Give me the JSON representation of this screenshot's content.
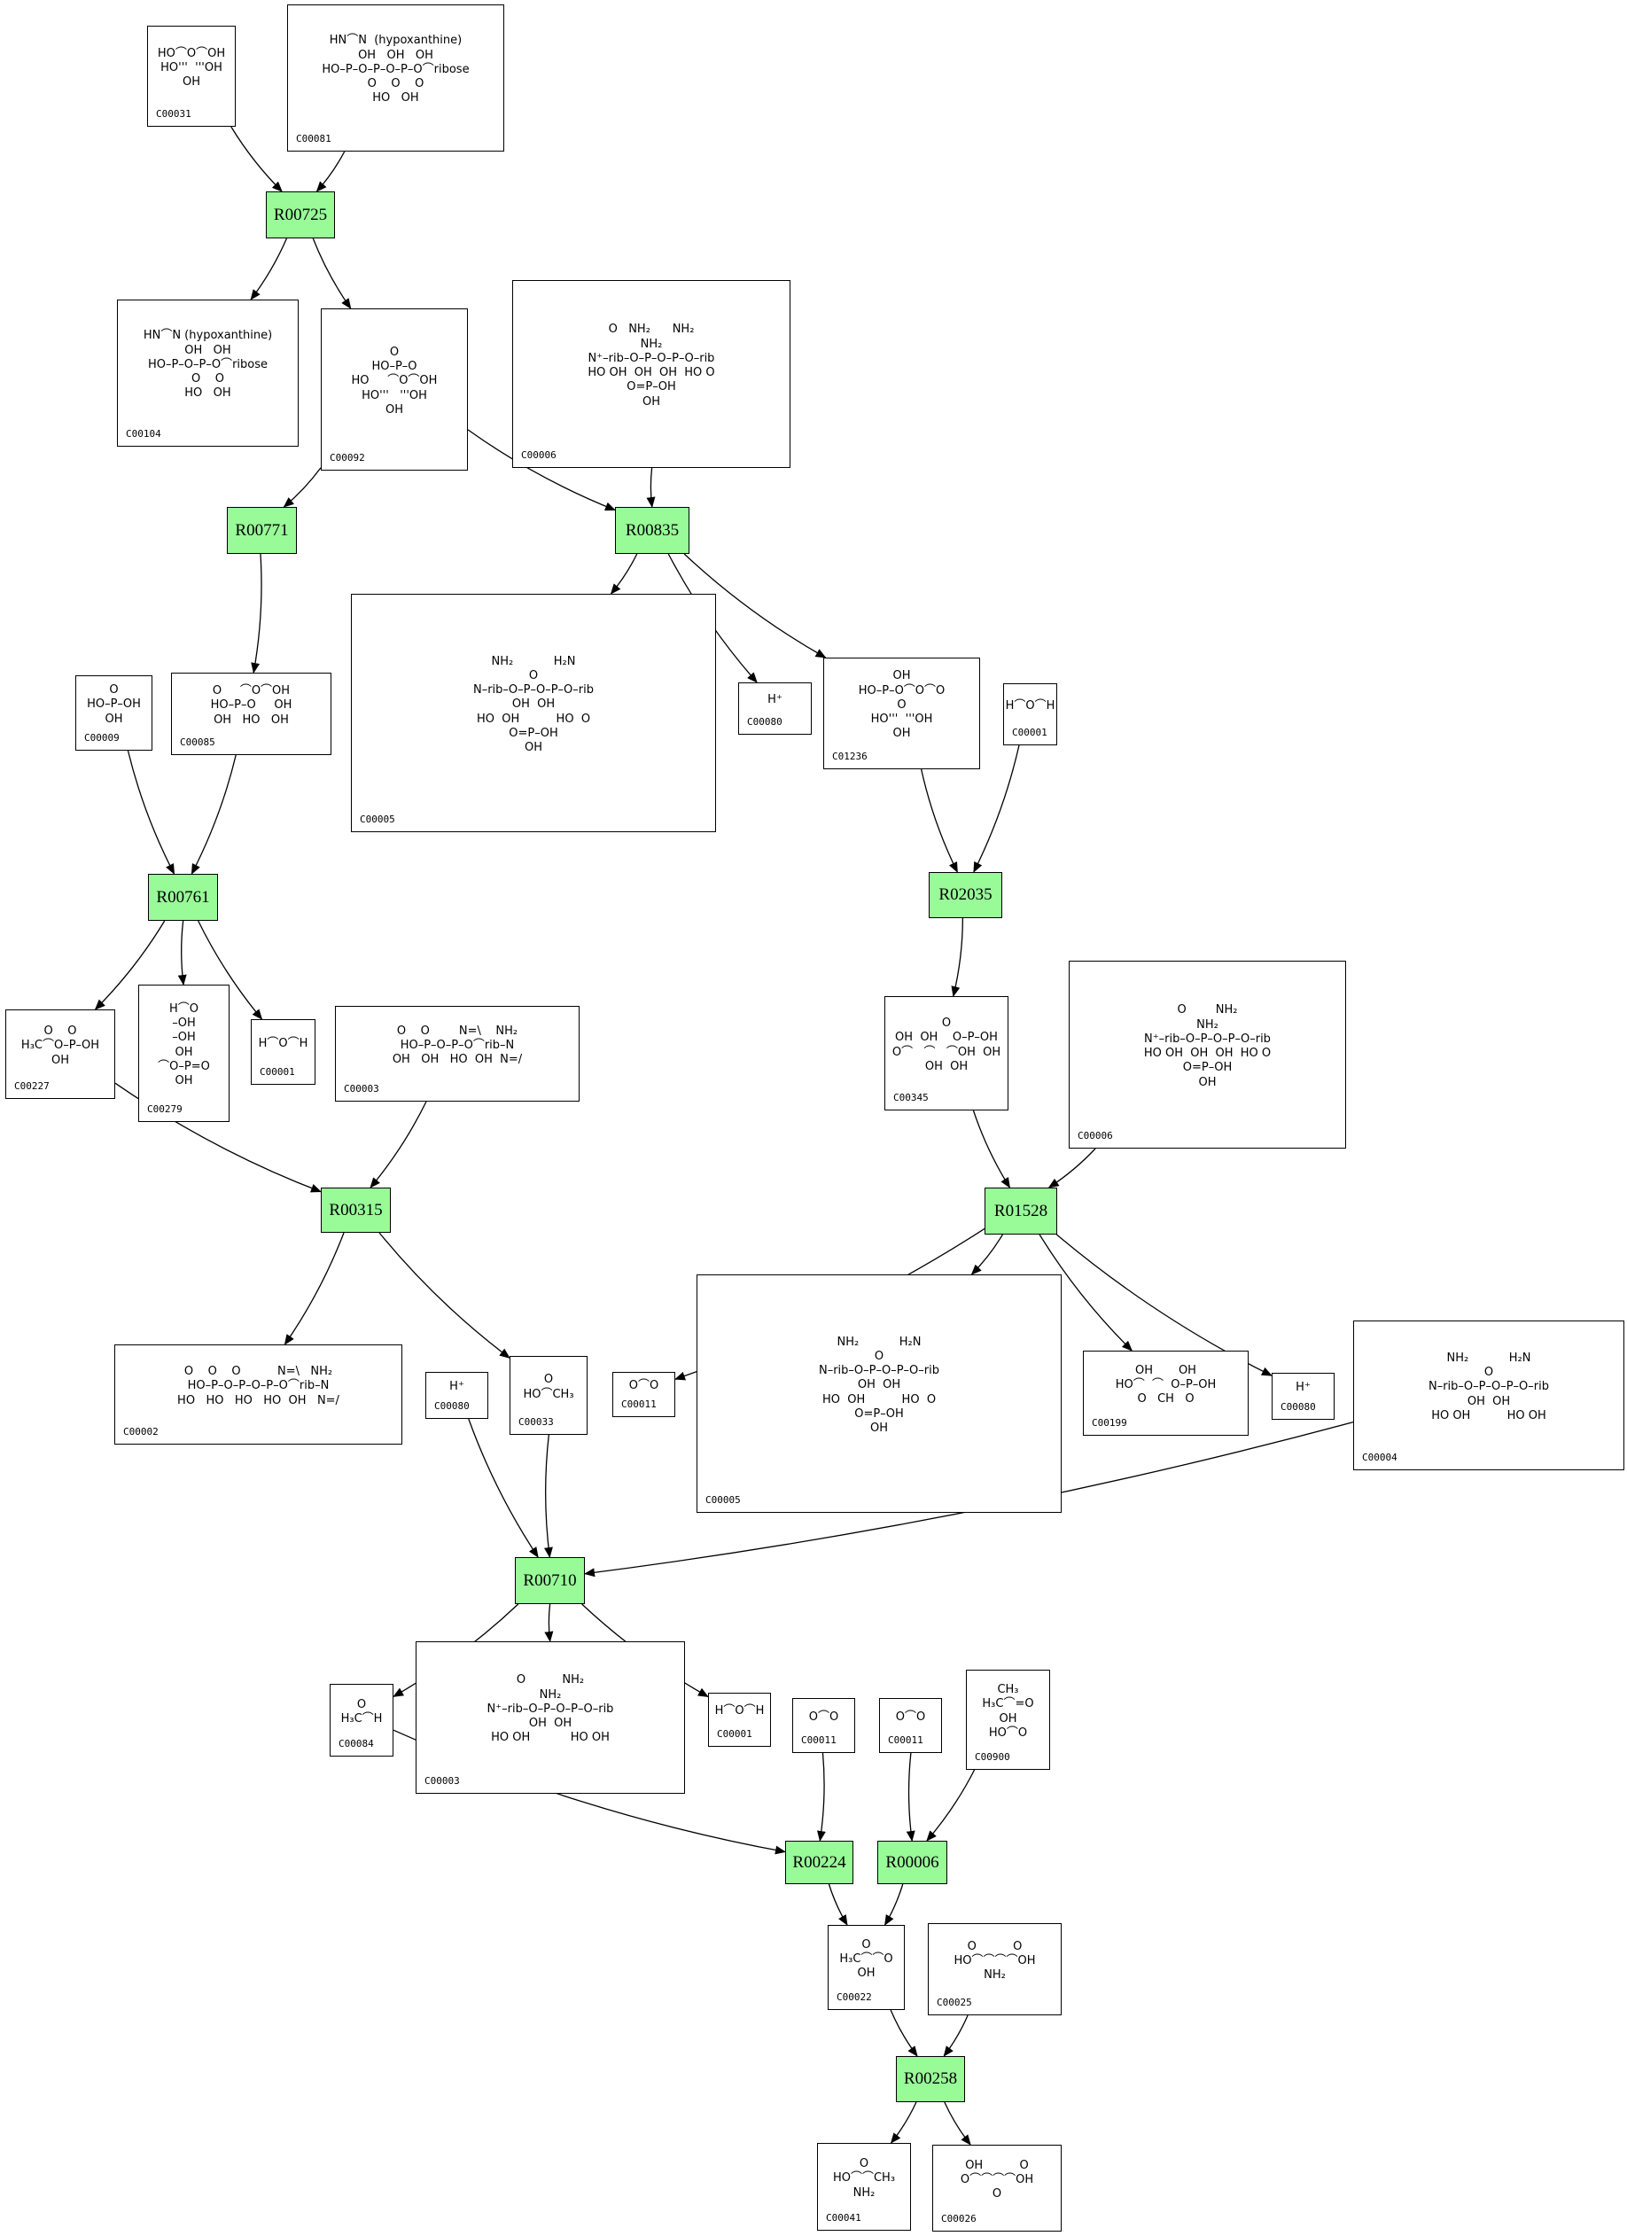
{
  "colors": {
    "reaction_fill": "#98fb98",
    "edge": "#000000",
    "compound_border": "#000000"
  },
  "reactions": [
    {
      "key": "r00725",
      "id": "R00725"
    },
    {
      "key": "r00771",
      "id": "R00771"
    },
    {
      "key": "r00835",
      "id": "R00835"
    },
    {
      "key": "r00761",
      "id": "R00761"
    },
    {
      "key": "r02035",
      "id": "R02035"
    },
    {
      "key": "r00315",
      "id": "R00315"
    },
    {
      "key": "r01528",
      "id": "R01528"
    },
    {
      "key": "r00710",
      "id": "R00710"
    },
    {
      "key": "r00224",
      "id": "R00224"
    },
    {
      "key": "r00006",
      "id": "R00006"
    },
    {
      "key": "r00258",
      "id": "R00258"
    }
  ],
  "compounds": [
    {
      "key": "c00031",
      "id": "C00031",
      "structure": "HO⌒O⌒OH\nHO'''  '''OH\nOH"
    },
    {
      "key": "c00081",
      "id": "C00081",
      "structure": "HN⌒N  (hypoxanthine)\nOH   OH   OH\nHO–P–O–P–O–P–O⌒ribose\nO    O    O\nHO   OH"
    },
    {
      "key": "c00104",
      "id": "C00104",
      "structure": "HN⌒N (hypoxanthine)\nOH   OH\nHO–P–O–P–O⌒ribose\nO    O\nHO   OH"
    },
    {
      "key": "c00092",
      "id": "C00092",
      "structure": "O\nHO–P–O\nHO     ⌒O⌒OH\nHO'''   '''OH\nOH"
    },
    {
      "key": "c00006_a",
      "id": "C00006",
      "structure": "O   NH₂      NH₂\nNH₂\nN⁺–rib–O–P–O–P–O–rib\nHO OH  OH  OH  HO O\nO=P–OH\nOH"
    },
    {
      "key": "c00009",
      "id": "C00009",
      "structure": "O\nHO–P–OH\nOH"
    },
    {
      "key": "c00085",
      "id": "C00085",
      "structure": "O     ⌒O⌒OH\nHO–P–O     OH\nOH   HO   OH"
    },
    {
      "key": "c00005_a",
      "id": "C00005",
      "structure": "NH₂           H₂N\nO\nN–rib–O–P–O–P–O–rib\nOH  OH\nHO  OH          HO  O\nO=P–OH\nOH"
    },
    {
      "key": "c00080_a",
      "id": "C00080",
      "structure": "H⁺"
    },
    {
      "key": "c01236",
      "id": "C01236",
      "structure": "OH\nHO–P–O⌒O⌒O\nO\nHO'''  '''OH\nOH"
    },
    {
      "key": "c00001_a",
      "id": "C00001",
      "structure": "H⌒O⌒H"
    },
    {
      "key": "c00227",
      "id": "C00227",
      "structure": "O    O\nH₃C⌒O–P–OH\nOH"
    },
    {
      "key": "c00279",
      "id": "C00279",
      "structure": "H⌒O\n–OH\n–OH\nOH\n⌒O–P=O\nOH"
    },
    {
      "key": "c00001_b",
      "id": "C00001",
      "structure": "H⌒O⌒H"
    },
    {
      "key": "c00003_a",
      "id": "C00003",
      "structure": "O    O        N=\\    NH₂\nHO–P–O–P–O⌒rib–N\nOH   OH   HO  OH  N=/"
    },
    {
      "key": "c00345",
      "id": "C00345",
      "structure": "O\nOH  OH    O–P–OH\nO⌒   ⌒   ⌒OH  OH\nOH  OH"
    },
    {
      "key": "c00006_b",
      "id": "C00006",
      "structure": "O        NH₂\nNH₂\nN⁺–rib–O–P–O–P–O–rib\nHO OH  OH  OH  HO O\nO=P–OH\nOH"
    },
    {
      "key": "c00002",
      "id": "C00002",
      "structure": "O    O    O          N=\\   NH₂\nHO–P–O–P–O–P–O⌒rib–N\nHO   HO   HO   HO  OH   N=/"
    },
    {
      "key": "c00080_b",
      "id": "C00080",
      "structure": "H⁺"
    },
    {
      "key": "c00033",
      "id": "C00033",
      "structure": "O\nHO⌒CH₃"
    },
    {
      "key": "c00011_a",
      "id": "C00011",
      "structure": "O⌒O"
    },
    {
      "key": "c00005_b",
      "id": "C00005",
      "structure": "NH₂           H₂N\nO\nN–rib–O–P–O–P–O–rib\nOH  OH\nHO  OH          HO  O\nO=P–OH\nOH"
    },
    {
      "key": "c00199",
      "id": "C00199",
      "structure": "OH       OH\nHO⌒  ⌒  O–P–OH\nO   CH   O"
    },
    {
      "key": "c00080_c",
      "id": "C00080",
      "structure": "H⁺"
    },
    {
      "key": "c00004",
      "id": "C00004",
      "structure": "NH₂           H₂N\nO\nN–rib–O–P–O–P–O–rib\nOH  OH\nHO OH          HO OH"
    },
    {
      "key": "c00084",
      "id": "C00084",
      "structure": "O\nH₃C⌒H"
    },
    {
      "key": "c00003_b",
      "id": "C00003",
      "structure": "O          NH₂\nNH₂\nN⁺–rib–O–P–O–P–O–rib\nOH  OH\nHO OH           HO OH"
    },
    {
      "key": "c00001_c",
      "id": "C00001",
      "structure": "H⌒O⌒H"
    },
    {
      "key": "c00011_b",
      "id": "C00011",
      "structure": "O⌒O"
    },
    {
      "key": "c00011_c",
      "id": "C00011",
      "structure": "O⌒O"
    },
    {
      "key": "c00900",
      "id": "C00900",
      "structure": "CH₃\nH₃C⌒=O\nOH\nHO⌒O"
    },
    {
      "key": "c00022",
      "id": "C00022",
      "structure": "O\nH₃C⌒⌒O\nOH"
    },
    {
      "key": "c00025",
      "id": "C00025",
      "structure": "O          O\nHO⌒⌒⌒⌒OH\nNH₂"
    },
    {
      "key": "c00041",
      "id": "C00041",
      "structure": "O\nHO⌒⌒CH₃\nNH₂"
    },
    {
      "key": "c00026",
      "id": "C00026",
      "structure": "OH          O\nO⌒⌒⌒⌒OH\nO"
    }
  ],
  "edges": [
    [
      "c00031",
      "r00725"
    ],
    [
      "c00081",
      "r00725"
    ],
    [
      "r00725",
      "c00104"
    ],
    [
      "r00725",
      "c00092"
    ],
    [
      "c00092",
      "r00771"
    ],
    [
      "c00092",
      "r00835"
    ],
    [
      "c00006_a",
      "r00835"
    ],
    [
      "r00835",
      "c00005_a"
    ],
    [
      "r00835",
      "c00080_a"
    ],
    [
      "r00835",
      "c01236"
    ],
    [
      "r00771",
      "c00085"
    ],
    [
      "c00009",
      "r00761"
    ],
    [
      "c00085",
      "r00761"
    ],
    [
      "r00761",
      "c00227"
    ],
    [
      "r00761",
      "c00279"
    ],
    [
      "r00761",
      "c00001_b"
    ],
    [
      "c01236",
      "r02035"
    ],
    [
      "c00001_a",
      "r02035"
    ],
    [
      "r02035",
      "c00345"
    ],
    [
      "c00227",
      "r00315"
    ],
    [
      "c00003_a",
      "r00315"
    ],
    [
      "r00315",
      "c00002"
    ],
    [
      "r00315",
      "c00033"
    ],
    [
      "c00345",
      "r01528"
    ],
    [
      "c00006_b",
      "r01528"
    ],
    [
      "r01528",
      "c00011_a"
    ],
    [
      "r01528",
      "c00005_b"
    ],
    [
      "r01528",
      "c00199"
    ],
    [
      "r01528",
      "c00080_c"
    ],
    [
      "c00080_b",
      "r00710"
    ],
    [
      "c00033",
      "r00710"
    ],
    [
      "c00004",
      "r00710"
    ],
    [
      "r00710",
      "c00084"
    ],
    [
      "r00710",
      "c00003_b"
    ],
    [
      "r00710",
      "c00001_c"
    ],
    [
      "c00084",
      "r00224"
    ],
    [
      "c00011_b",
      "r00224"
    ],
    [
      "c00011_c",
      "r00006"
    ],
    [
      "c00900",
      "r00006"
    ],
    [
      "r00224",
      "c00022"
    ],
    [
      "r00006",
      "c00022"
    ],
    [
      "c00022",
      "r00258"
    ],
    [
      "c00025",
      "r00258"
    ],
    [
      "r00258",
      "c00041"
    ],
    [
      "r00258",
      "c00026"
    ]
  ]
}
